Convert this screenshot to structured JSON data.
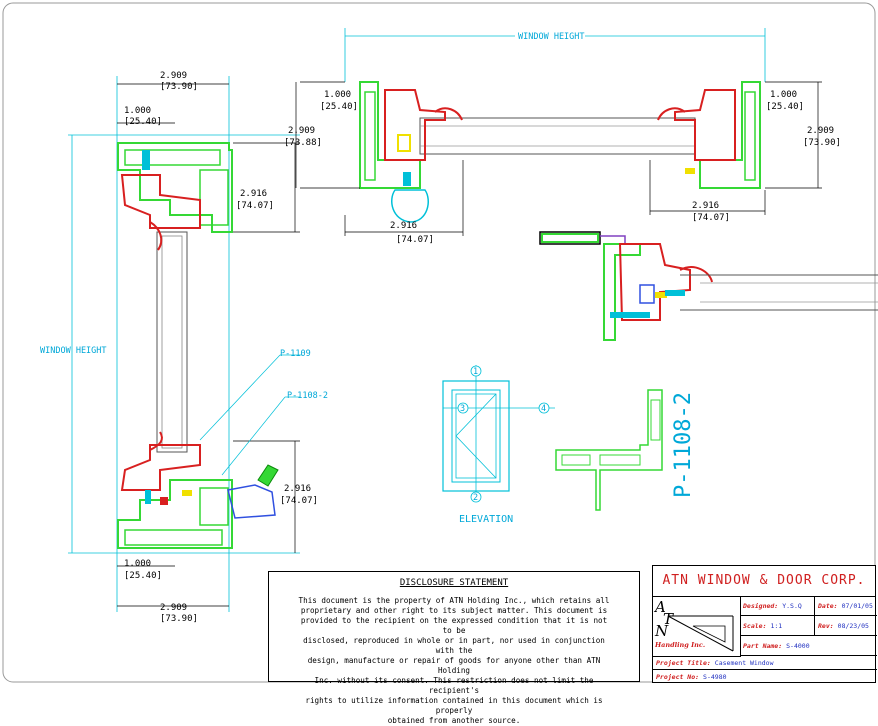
{
  "colors": {
    "profile_green": "#35d835",
    "seal_red": "#d82020",
    "dim_cyan": "#00c0d8",
    "glass_blue": "#3050e0",
    "accent_yellow": "#f0e000",
    "text_red": "#d02020",
    "text_blue": "#2030c0"
  },
  "dimensions": {
    "top_overall": {
      "value": "2.909",
      "mm": "[73.90]"
    },
    "top_offset": {
      "value": "1.000",
      "mm": "[25.40]"
    },
    "mid_depth": {
      "value": "2.916",
      "mm": "[74.07]"
    },
    "low_depth": {
      "value": "2.916",
      "mm": "[74.07]"
    },
    "bottom_offset": {
      "value": "1.000",
      "mm": "[25.40]"
    },
    "bottom_overall": {
      "value": "2.909",
      "mm": "[73.90]"
    },
    "head_left_offset": {
      "value": "1.000",
      "mm": "[25.40]"
    },
    "head_left_height": {
      "value": "2.909",
      "mm": "[73.88]"
    },
    "head_left_depth": {
      "value": "2.916",
      "mm": "[74.07]"
    },
    "head_right_offset": {
      "value": "1.000",
      "mm": "[25.40]"
    },
    "head_right_height": {
      "value": "2.909",
      "mm": "[73.90]"
    },
    "head_right_depth": {
      "value": "2.916",
      "mm": "[74.07]"
    }
  },
  "labels": {
    "window_height_top": "WINDOW HEIGHT",
    "window_height_left": "WINDOW HEIGHT",
    "p1109": "P-1109",
    "p1108_2": "P-1108-2",
    "elevation": "ELEVATION",
    "part_number_big": "P-1108-2",
    "marker_1": "1",
    "marker_2": "2",
    "marker_3": "3",
    "marker_4": "4"
  },
  "disclosure": {
    "title": "DISCLOSURE STATEMENT",
    "lines": [
      "This document is the property of ATN Holding Inc., which retains all",
      "proprietary and other right to its subject matter.  This document is",
      "provided to the recipient on the expressed condition that it is not to be",
      "disclosed, reproduced in whole or in part, nor used in conjunction with the",
      "design, manufacture or repair of goods for anyone other than ATN Holding",
      "Inc. without its consent.  This restriction does not limit the recipient's",
      "rights to utilize information contained in this document which is properly",
      "obtained from another source."
    ]
  },
  "title_block": {
    "company": "ATN WINDOW & DOOR CORP.",
    "logo_letters": [
      "A",
      "T",
      "N"
    ],
    "logo_tail": "Handling Inc.",
    "designed_label": "Designed:",
    "designed_value": "Y.S.Q",
    "date_label": "Date:",
    "date_value": "07/01/05",
    "scale_label": "Scale:",
    "scale_value": "1:1",
    "rev_label": "Rev:",
    "rev_value": "08/23/05",
    "part_label": "Part Name:",
    "part_value": "S-4000",
    "project_title_label": "Project Title:",
    "project_title_value": "Casement Window",
    "project_no_label": "Project No:",
    "project_no_value": "S-4980"
  }
}
